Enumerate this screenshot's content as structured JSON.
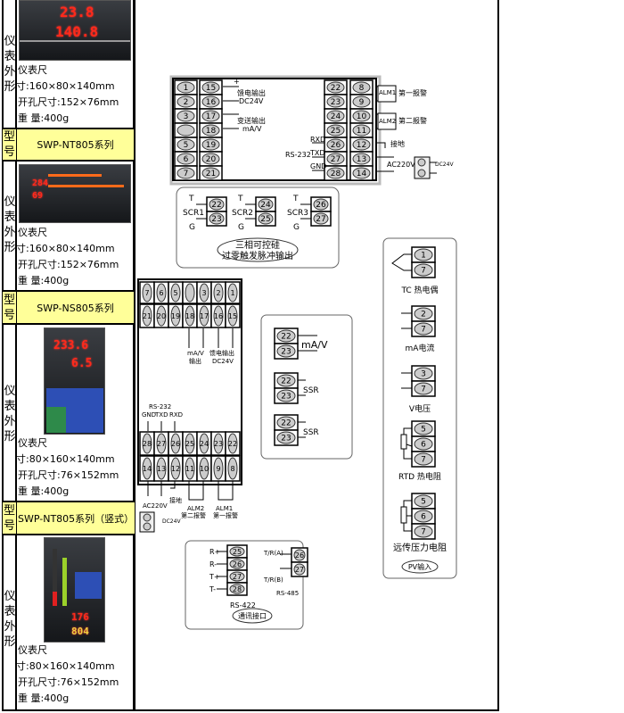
{
  "products": [
    {
      "side_label": "仪表外形",
      "spec_line1": "仪表尺",
      "spec_line2": "寸:160×80×140mm",
      "cutout": "开孔尺寸:152×76mm",
      "weight": "重 量:400g",
      "display": [
        "23.8",
        "140.8"
      ]
    },
    {
      "side_label": "仪表外形",
      "spec_line1": "仪表尺",
      "spec_line2": "寸:160×80×140mm",
      "cutout": "开孔尺寸:152×76mm",
      "weight": "重 量:400g",
      "display": [
        "284",
        "69"
      ]
    },
    {
      "side_label": "仪表外形",
      "spec_line1": "仪表尺",
      "spec_line2": "寸:80×160×140mm",
      "cutout": "开孔尺寸:76×152mm",
      "weight": "重 量:400g",
      "display": [
        "233.6",
        "6.5"
      ]
    },
    {
      "side_label": "仪表外形",
      "spec_line1": "仪表尺",
      "spec_line2": "寸:80×160×140mm",
      "cutout": "开孔尺寸:76×152mm",
      "weight": "重 量:400g",
      "display": [
        "176",
        "804"
      ]
    }
  ],
  "models": [
    {
      "side_label": "型号",
      "name": "SWP-NT805系列"
    },
    {
      "side_label": "型号",
      "name": "SWP-NS805系列"
    },
    {
      "side_label": "型号",
      "name": "SWP-NT805系列（竖式）"
    }
  ],
  "wiring_horizontal": {
    "col_a": [
      "1",
      "2",
      "3",
      "",
      "5",
      "6",
      "7"
    ],
    "col_b": [
      "15",
      "16",
      "17",
      "18",
      "19",
      "20",
      "21"
    ],
    "col_c": [
      "22",
      "23",
      "24",
      "25",
      "26",
      "27",
      "28"
    ],
    "col_d": [
      "8",
      "9",
      "10",
      "11",
      "12",
      "13",
      "14"
    ],
    "feed_out": "馈电输出",
    "dc24v": "DC24V",
    "transmit_out": "变送输出",
    "ma_v": "mA/V",
    "rxd": "RXD",
    "txd": "TXD",
    "gnd": "GND",
    "rs232": "RS-232",
    "alm1": "ALM1",
    "alarm1": "第一报警",
    "alm2": "ALM2",
    "alarm2": "第二报警",
    "ground": "接地",
    "ac220v": "AC220V",
    "small_dc24v": "DC24V"
  },
  "scr": {
    "t": "T",
    "g": "G",
    "groups": [
      {
        "name": "SCR1",
        "terminals": [
          "22",
          "23"
        ]
      },
      {
        "name": "SCR2",
        "terminals": [
          "24",
          "25"
        ]
      },
      {
        "name": "SCR3",
        "terminals": [
          "26",
          "27"
        ]
      }
    ],
    "title_line1": "三相可控硅",
    "title_line2": "过零触发脉冲输出"
  },
  "wiring_vertical": {
    "row1": [
      "7",
      "6",
      "5",
      "",
      "3",
      "2",
      "1"
    ],
    "row2": [
      "21",
      "20",
      "19",
      "18",
      "17",
      "16",
      "15"
    ],
    "row3": [
      "28",
      "27",
      "26",
      "25",
      "24",
      "23",
      "22"
    ],
    "row4": [
      "14",
      "13",
      "12",
      "11",
      "10",
      "9",
      "8"
    ],
    "ma_v": "mA/V",
    "output": "输出",
    "feed_out": "馈电输出",
    "dc24v": "DC24V",
    "rs232": "RS-232",
    "gnd": "GND",
    "txd": "TXD",
    "rxd": "RXD",
    "ground": "接地",
    "ac220v": "AC220V",
    "alm2": "ALM2",
    "alarm2": "第二报警",
    "alm1": "ALM1",
    "alarm1": "第一报警",
    "small_dc24v": "DC24V"
  },
  "outputs": {
    "terminals": [
      "22",
      "23"
    ],
    "ma_v": "mA/V",
    "ssr": "SSR"
  },
  "pv_input": {
    "tc": {
      "terminals": [
        "1",
        "7"
      ],
      "label": "TC 热电偶"
    },
    "ma": {
      "terminals": [
        "2",
        "7"
      ],
      "label": "mA电流"
    },
    "v": {
      "terminals": [
        "3",
        "7"
      ],
      "label": "V电压"
    },
    "rtd": {
      "terminals": [
        "5",
        "6",
        "7"
      ],
      "label": "RTD 热电阻"
    },
    "remote": {
      "terminals": [
        "5",
        "6",
        "7"
      ],
      "label": "远传压力电阻"
    },
    "title": "PV输入"
  },
  "comm": {
    "rs422_terminals": [
      "25",
      "26",
      "27",
      "28"
    ],
    "rs422_pins": [
      "R+",
      "R-",
      "T+",
      "T-"
    ],
    "rs422": "RS-422",
    "rs485_terminals": [
      "26",
      "27"
    ],
    "tra": "T/R(A)",
    "trb": "T/R(B)",
    "rs485": "RS-485",
    "title": "通讯接口"
  }
}
